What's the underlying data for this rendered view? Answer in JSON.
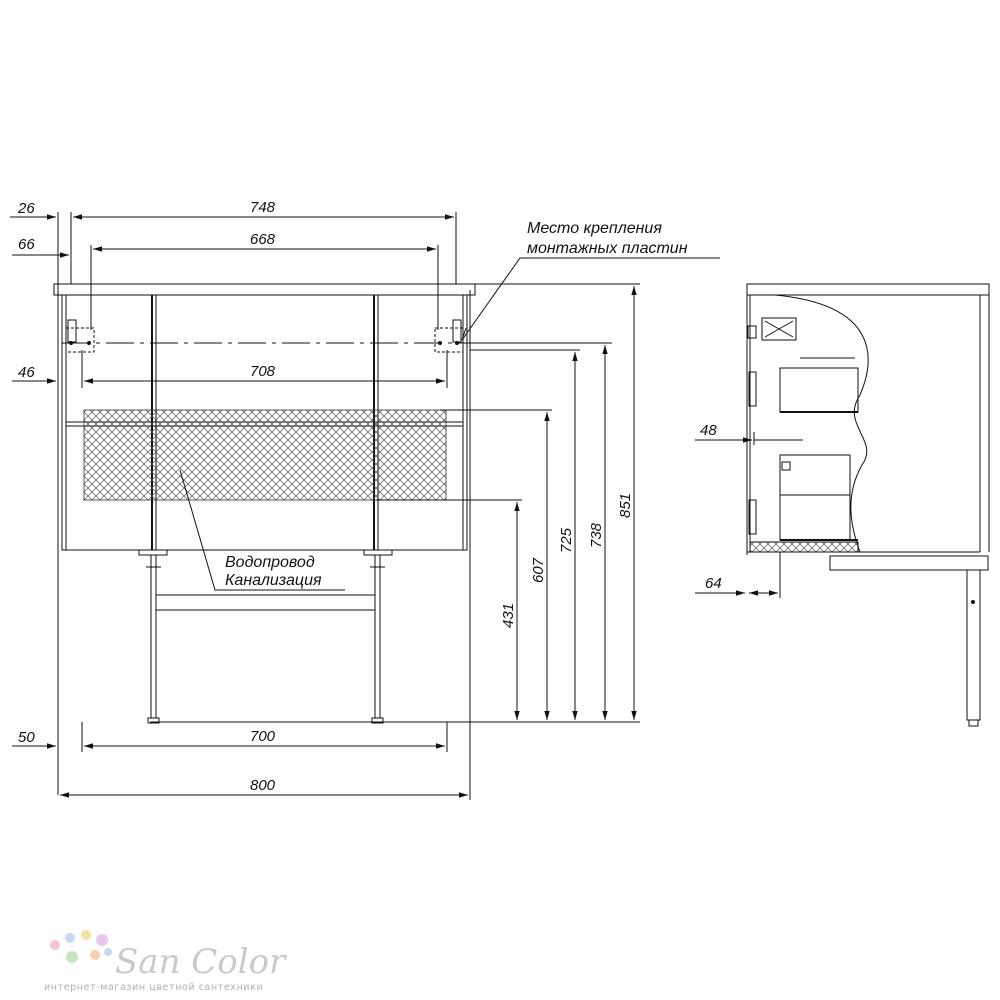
{
  "dimensions": {
    "front": {
      "d26": "26",
      "d748": "748",
      "d66": "66",
      "d668": "668",
      "d46": "46",
      "d708": "708",
      "d50": "50",
      "d700": "700",
      "d800": "800",
      "d431": "431",
      "d607": "607",
      "d725": "725",
      "d738": "738",
      "d851": "851"
    },
    "side": {
      "d48": "48",
      "d64": "64"
    }
  },
  "labels": {
    "mounting_line1": "Место крепления",
    "mounting_line2": "монтажных пластин",
    "water_supply": "Водопровод",
    "sewer": "Канализация"
  },
  "watermark": {
    "brand": "San Color",
    "tagline": "интернет-магазин цветной сантехники",
    "colors": [
      "#f3c3d8",
      "#c8d8f2",
      "#f4e2a3",
      "#c6e5c1",
      "#e8c7ee",
      "#f6cfb0"
    ]
  }
}
